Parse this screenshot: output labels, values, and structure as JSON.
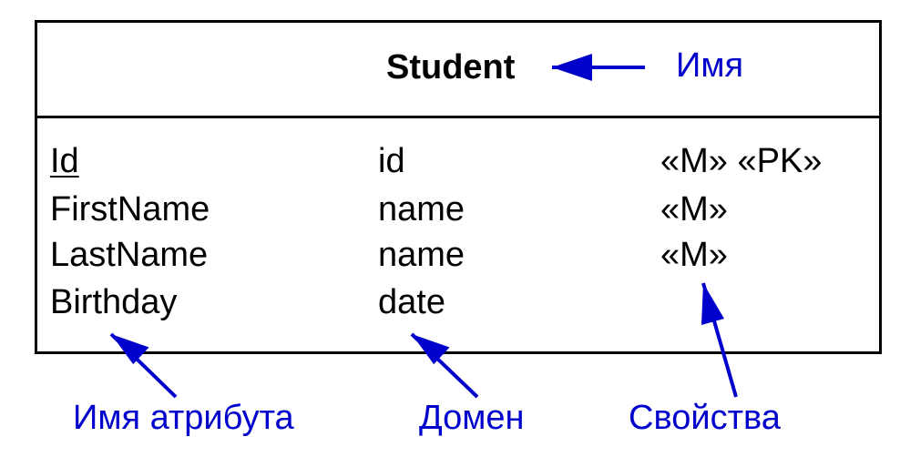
{
  "entity": {
    "name": "Student",
    "attributes": [
      {
        "name": "Id",
        "domain": "id",
        "properties": "«M» «PK»",
        "primary_key": true
      },
      {
        "name": "FirstName",
        "domain": "name",
        "properties": "«M»",
        "primary_key": false
      },
      {
        "name": "LastName",
        "domain": "name",
        "properties": "«M»",
        "primary_key": false
      },
      {
        "name": "Birthday",
        "domain": "date",
        "properties": "",
        "primary_key": false
      }
    ]
  },
  "annotations": {
    "entity_name": "Имя",
    "attribute_name": "Имя атрибута",
    "domain": "Домен",
    "properties": "Свойства"
  },
  "colors": {
    "annotation": "#0000cc",
    "border": "#000000",
    "text": "#000000"
  }
}
